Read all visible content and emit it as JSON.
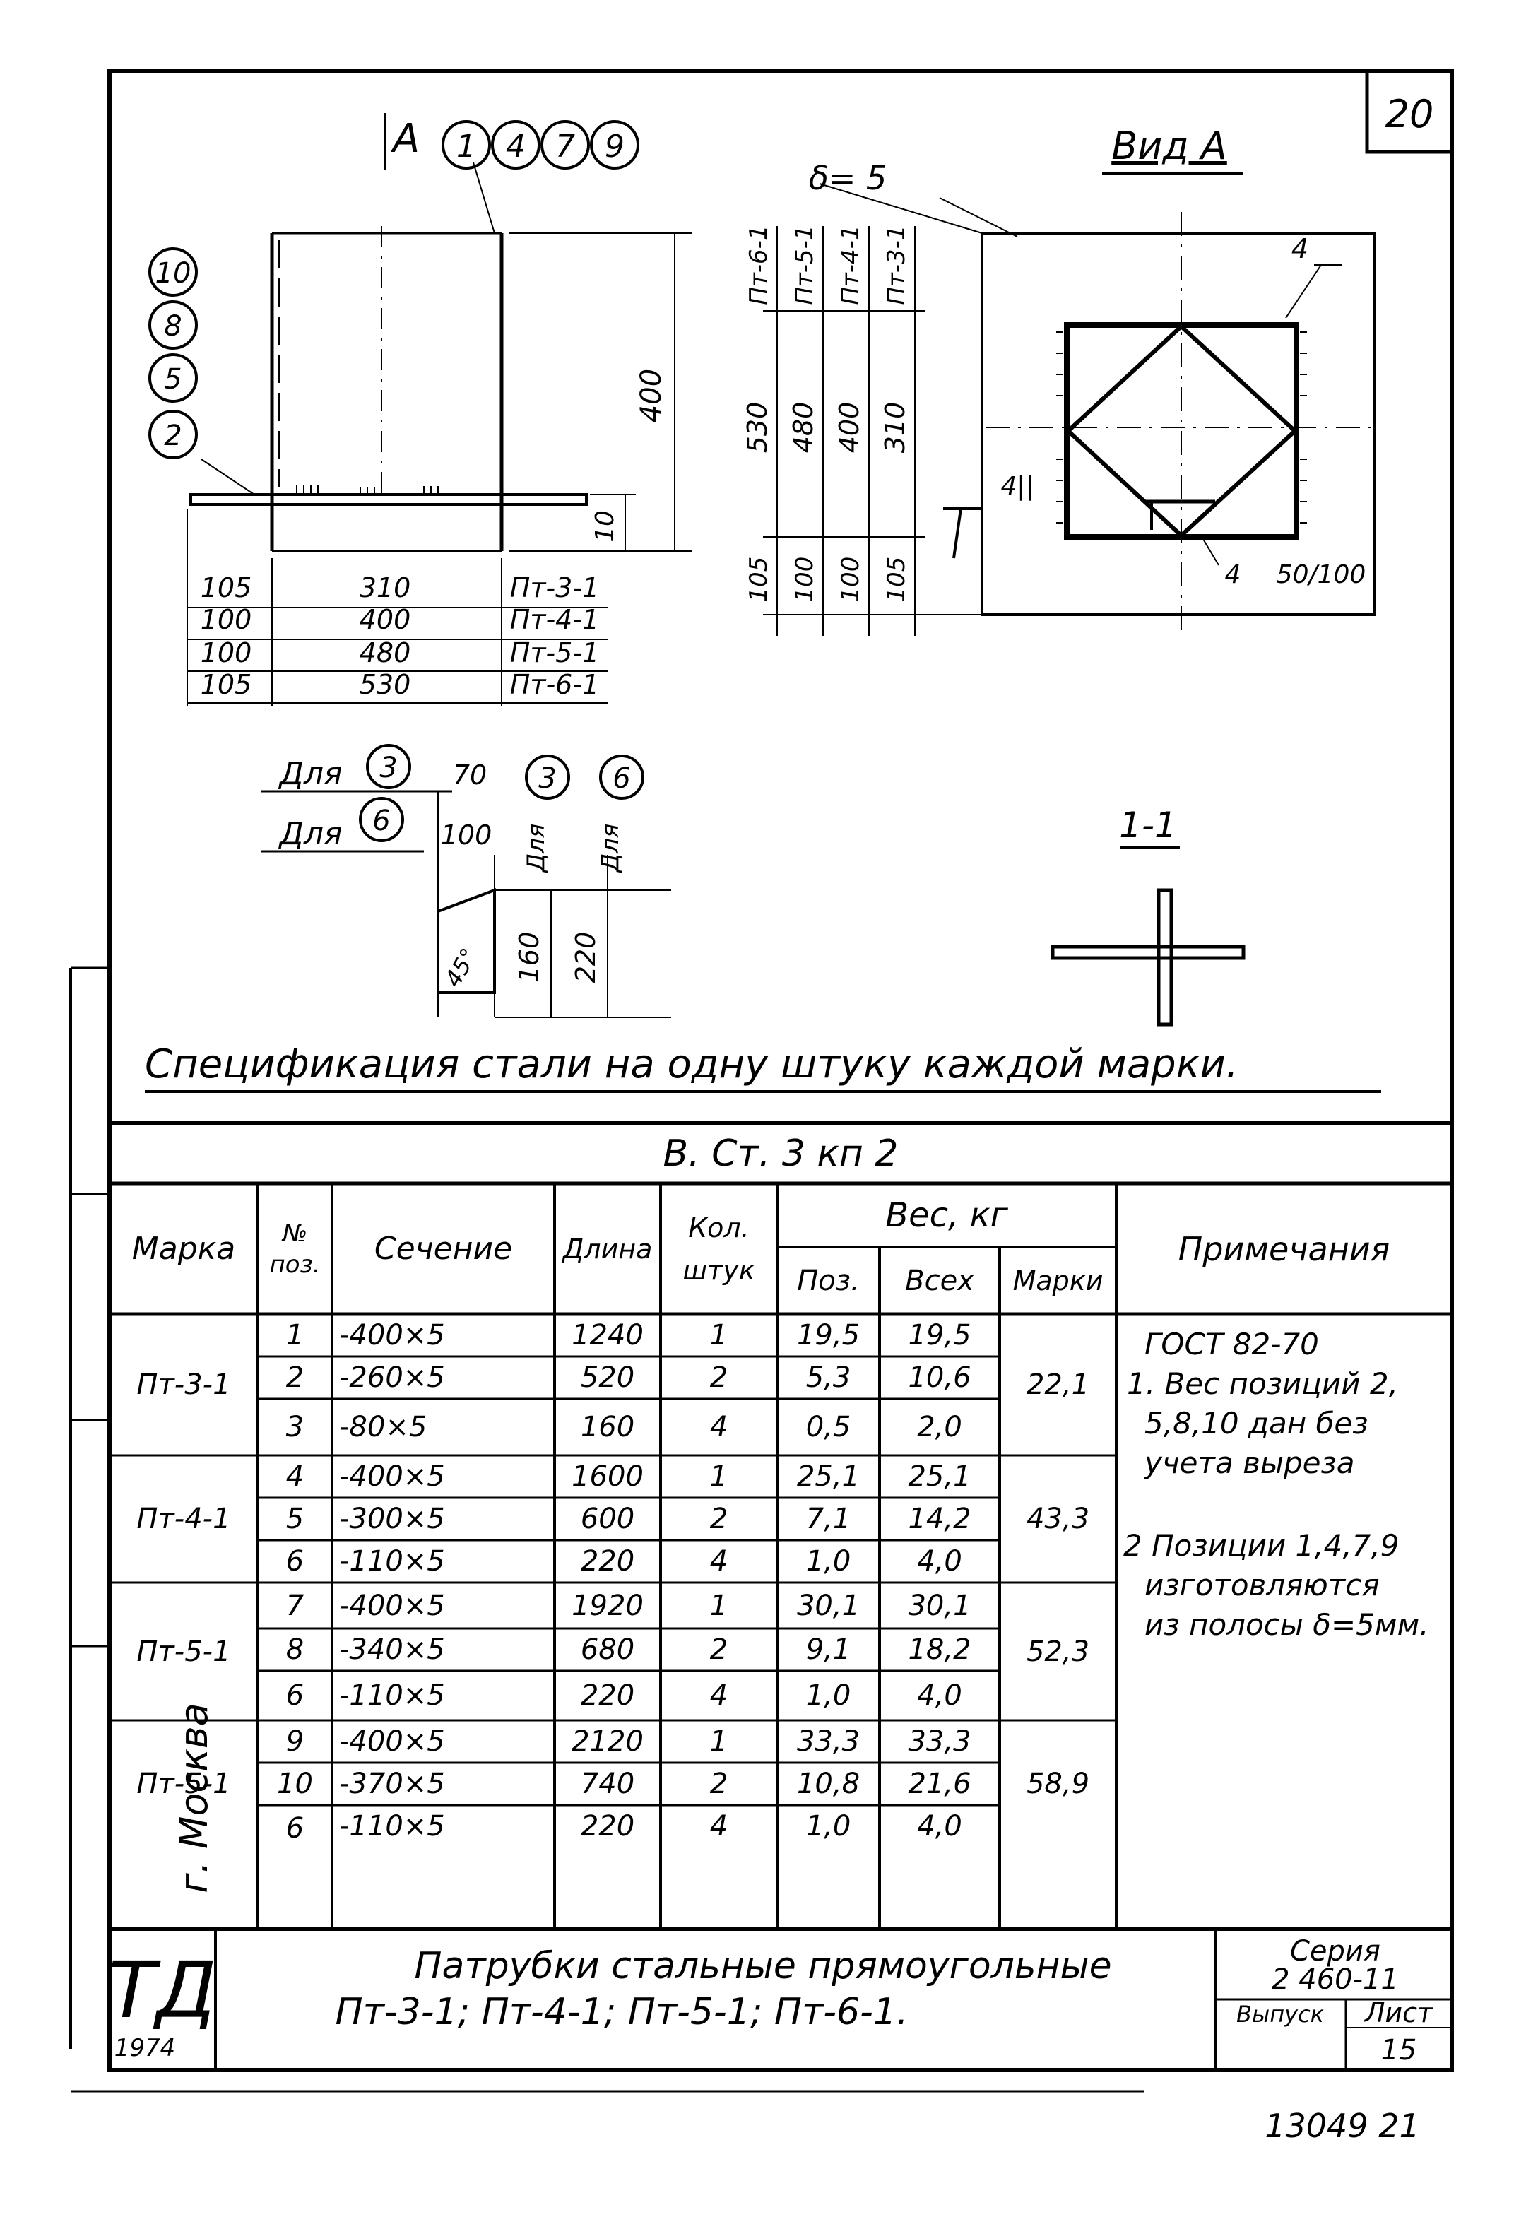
{
  "sheet_number": "20",
  "footer_code": "13049  21",
  "drawing": {
    "section_marker": "А",
    "top_callouts": [
      "1",
      "4",
      "7",
      "9"
    ],
    "side_callouts": [
      "10",
      "8",
      "5",
      "2"
    ],
    "height_dim": "400",
    "plate_dim": "10",
    "base_rows": [
      {
        "a": "105",
        "b": "310",
        "mark": "Пт-3-1"
      },
      {
        "a": "100",
        "b": "400",
        "mark": "Пт-4-1"
      },
      {
        "a": "100",
        "b": "480",
        "mark": "Пт-5-1"
      },
      {
        "a": "105",
        "b": "530",
        "mark": "Пт-6-1"
      }
    ],
    "delta_label": "δ= 5",
    "vert_marks": [
      "Пт-6-1",
      "Пт-5-1",
      "Пт-4-1",
      "Пт-3-1"
    ],
    "vert_dims": [
      "530",
      "480",
      "400",
      "310"
    ],
    "vert_small": [
      "105",
      "100",
      "100",
      "105"
    ],
    "view_title": "Вид А",
    "weld_top": "4",
    "weld_left": "4||",
    "weld_bottom": "4",
    "weld_spec": "50/100",
    "cut_for_3": "Для",
    "cut_callout_3": "3",
    "cut_dim_70": "70",
    "cut_for_6": "Для",
    "cut_callout_6": "6",
    "cut_dim_100": "100",
    "cut_angle": "45°",
    "cut_dim_160": "160",
    "cut_dim_220": "220",
    "section_title": "1-1"
  },
  "spec_title": "Спецификация стали на одну штуку каждой марки.",
  "table": {
    "material": "В. Ст. 3 кп 2",
    "headers": {
      "mark": "Марка",
      "pos": "№ поз.",
      "section": "Сечение",
      "length": "Длина",
      "qty": "Кол. штук",
      "weight": "Вес, кг",
      "w_pos": "Поз.",
      "w_all": "Всех",
      "w_mark": "Марки",
      "notes": "Примечания"
    },
    "groups": [
      {
        "mark": "Пт-3-1",
        "total": "22,1",
        "rows": [
          {
            "pos": "1",
            "section": "-400×5",
            "length": "1240",
            "qty": "1",
            "w_pos": "19,5",
            "w_all": "19,5"
          },
          {
            "pos": "2",
            "section": "-260×5",
            "length": "520",
            "qty": "2",
            "w_pos": "5,3",
            "w_all": "10,6"
          },
          {
            "pos": "3",
            "section": "-80×5",
            "length": "160",
            "qty": "4",
            "w_pos": "0,5",
            "w_all": "2,0"
          }
        ]
      },
      {
        "mark": "Пт-4-1",
        "total": "43,3",
        "rows": [
          {
            "pos": "4",
            "section": "-400×5",
            "length": "1600",
            "qty": "1",
            "w_pos": "25,1",
            "w_all": "25,1"
          },
          {
            "pos": "5",
            "section": "-300×5",
            "length": "600",
            "qty": "2",
            "w_pos": "7,1",
            "w_all": "14,2"
          },
          {
            "pos": "6",
            "section": "-110×5",
            "length": "220",
            "qty": "4",
            "w_pos": "1,0",
            "w_all": "4,0"
          }
        ]
      },
      {
        "mark": "Пт-5-1",
        "total": "52,3",
        "rows": [
          {
            "pos": "7",
            "section": "-400×5",
            "length": "1920",
            "qty": "1",
            "w_pos": "30,1",
            "w_all": "30,1"
          },
          {
            "pos": "8",
            "section": "-340×5",
            "length": "680",
            "qty": "2",
            "w_pos": "9,1",
            "w_all": "18,2"
          },
          {
            "pos": "6",
            "section": "-110×5",
            "length": "220",
            "qty": "4",
            "w_pos": "1,0",
            "w_all": "4,0"
          }
        ]
      },
      {
        "mark": "Пт-5-1",
        "total": "58,9",
        "rows": [
          {
            "pos": "9",
            "section": "-400×5",
            "length": "2120",
            "qty": "1",
            "w_pos": "33,3",
            "w_all": "33,3"
          },
          {
            "pos": "10",
            "section": "-370×5",
            "length": "740",
            "qty": "2",
            "w_pos": "10,8",
            "w_all": "21,6"
          },
          {
            "pos": "6",
            "section": "-110×5",
            "length": "220",
            "qty": "4",
            "w_pos": "1,0",
            "w_all": "4,0"
          }
        ]
      }
    ],
    "notes": [
      "ГОСТ 82-70",
      "1. Вес позиций 2,",
      "5,8,10 дан без",
      "учета выреза",
      "",
      "2 Позиции 1,4,7,9",
      "изготовляются",
      "из полосы δ=5мм."
    ]
  },
  "title_block": {
    "logo": "ТД",
    "year": "1974",
    "title_line1": "Патрубки стальные прямоугольные",
    "title_line2": "Пт-3-1; Пт-4-1; Пт-5-1; Пт-6-1.",
    "series_label": "Серия",
    "series_value": "2 460-11",
    "issue_label": "Выпуск",
    "sheet_label": "Лист",
    "sheet_value": "15"
  },
  "side_stamp": "г. Москва"
}
